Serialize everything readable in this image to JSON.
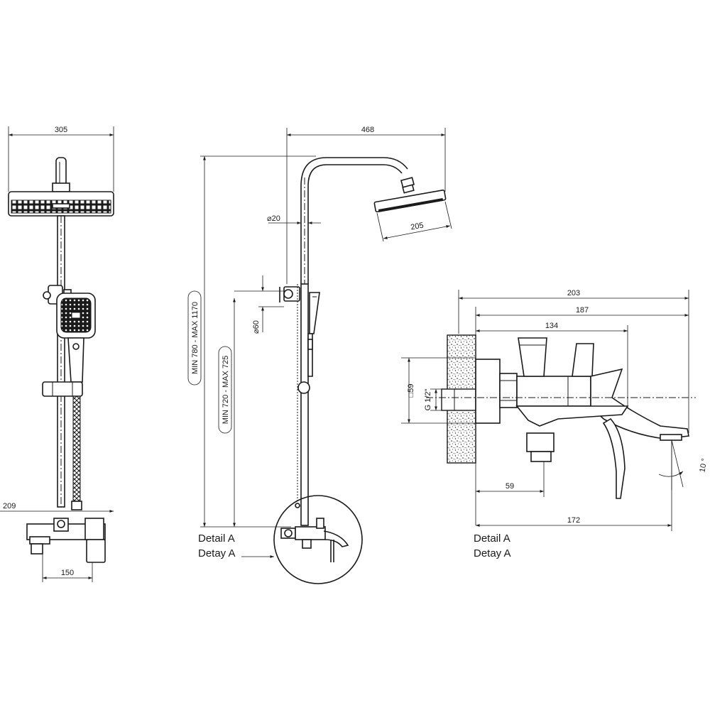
{
  "dimensions": {
    "front_width": "305",
    "side_height": "209",
    "mixer_spacing": "150",
    "arm_reach": "468",
    "pipe_diameter": "⌀20",
    "head_size": "205",
    "bracket_diameter": "⌀60",
    "total_height_range": "MIN 780 - MAX 1170",
    "mixer_height_range": "MIN 720 - MAX 725",
    "detail_overall": "203",
    "detail_body": "187",
    "detail_spout_base": "134",
    "detail_square": "□59",
    "detail_thread": "G 1/2\"",
    "detail_connector": "59",
    "detail_spout_length": "172",
    "detail_angle": "10 °"
  },
  "labels": {
    "detail_en_left": "Detail A",
    "detail_tr_left": "Detay A",
    "detail_en_right": "Detail A",
    "detail_tr_right": "Detay A"
  },
  "colors": {
    "line": "#1a1a1a",
    "background": "#ffffff"
  }
}
